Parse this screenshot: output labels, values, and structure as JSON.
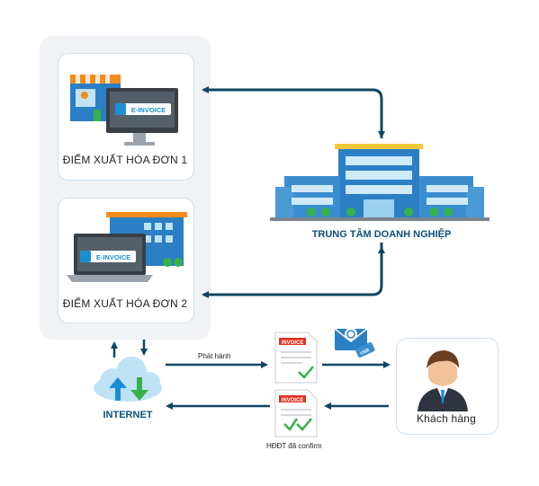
{
  "points": [
    {
      "label": "ĐIỂM XUẤT HÓA ĐƠN 1",
      "badge": "E-INVOICE"
    },
    {
      "label": "ĐIỂM XUẤT HÓA ĐƠN 2",
      "badge": "E-INVOICE"
    }
  ],
  "hub": {
    "label": "TRUNG TÂM DOANH NGHIỆP"
  },
  "internet": {
    "label": "INTERNET"
  },
  "flow": {
    "publish_label": "Phát hành",
    "confirm_label": "HĐĐT đã confirm",
    "invoice_tag": "INVOICE",
    "email_tag": "USB"
  },
  "customer": {
    "label": "Khách hàng"
  },
  "colors": {
    "arrow": "#0f4666",
    "accent": "#1a8fd6",
    "green": "#35b24a",
    "orange": "#f38b1d"
  }
}
